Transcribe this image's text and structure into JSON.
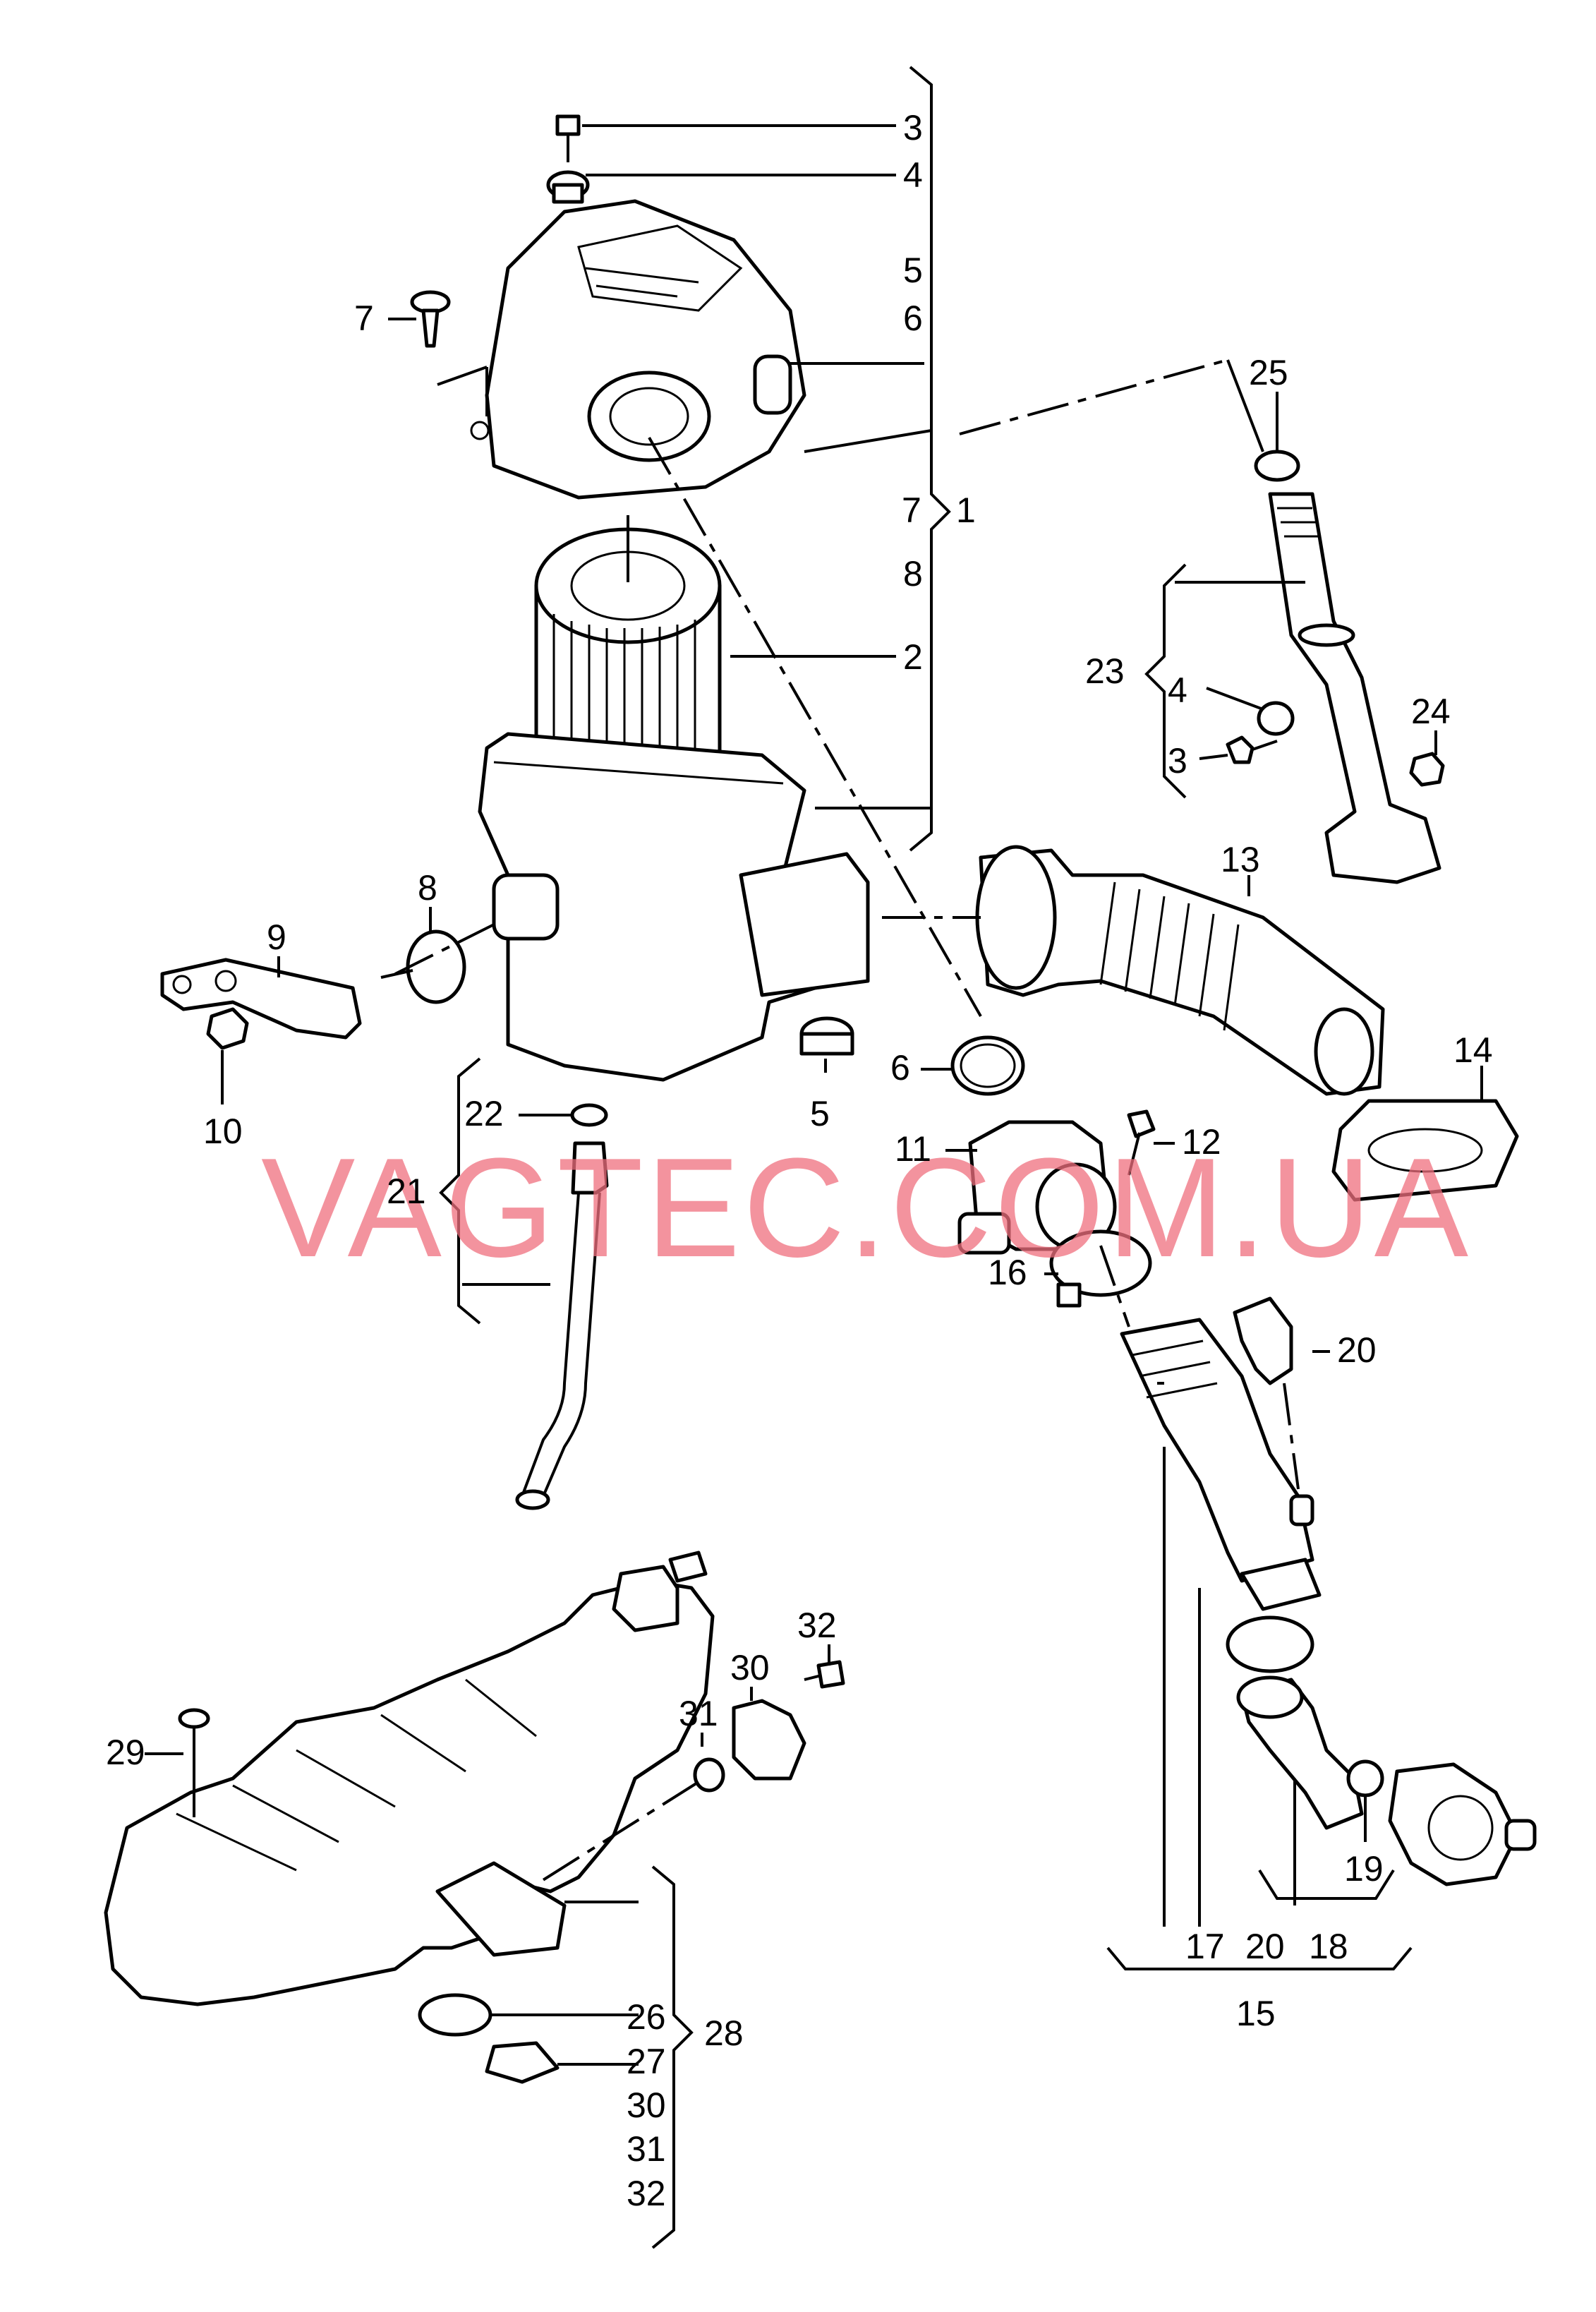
{
  "watermark": "VAGTEC.COM.UA",
  "callouts": {
    "c3a": "3",
    "c4a": "4",
    "c5a": "5",
    "c6a": "6",
    "c7a": "7",
    "c7b": "7",
    "c1": "1",
    "c8a": "8",
    "c2": "2",
    "c25": "25",
    "c23": "23",
    "c4b": "4",
    "c3b": "3",
    "c24": "24",
    "c13": "13",
    "c9": "9",
    "c8b": "8",
    "c10": "10",
    "c14": "14",
    "c6b": "6",
    "c11": "11",
    "c12": "12",
    "c22": "22",
    "c5b": "5",
    "c21": "21",
    "c16": "16",
    "c20a": "20",
    "c32a": "32",
    "c30a": "30",
    "c31a": "31",
    "c29": "29",
    "c19": "19",
    "c17": "17",
    "c20b": "20",
    "c18": "18",
    "c15": "15",
    "c26": "26",
    "c27": "27",
    "c28": "28",
    "c30b": "30",
    "c31b": "31",
    "c32b": "32"
  }
}
